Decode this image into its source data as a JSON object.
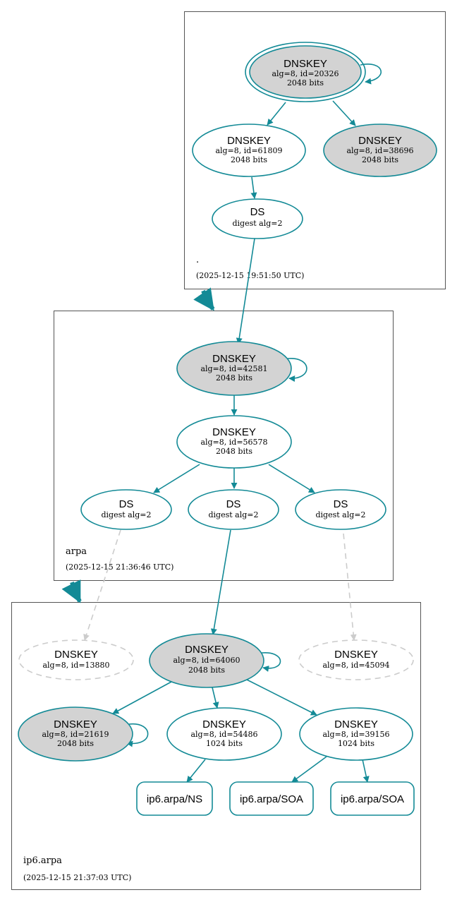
{
  "colors": {
    "edge": "#138a96",
    "node_fill_ksk": "#d3d3d3",
    "node_fill": "#ffffff",
    "missing": "#cccccc",
    "zone_border": "#555555"
  },
  "zones": {
    "root": {
      "name": ".",
      "timestamp": "(2025-12-15 19:51:50 UTC)"
    },
    "arpa": {
      "name": "arpa",
      "timestamp": "(2025-12-15 21:36:46 UTC)"
    },
    "ip6": {
      "name": "ip6.arpa",
      "timestamp": "(2025-12-15 21:37:03 UTC)"
    }
  },
  "nodes": {
    "root_ksk": {
      "type": "DNSKEY",
      "line1": "alg=8, id=20326",
      "line2": "2048 bits"
    },
    "root_zsk1": {
      "type": "DNSKEY",
      "line1": "alg=8, id=61809",
      "line2": "2048 bits"
    },
    "root_zsk2": {
      "type": "DNSKEY",
      "line1": "alg=8, id=38696",
      "line2": "2048 bits"
    },
    "root_ds": {
      "type": "DS",
      "line1": "digest alg=2"
    },
    "arpa_ksk": {
      "type": "DNSKEY",
      "line1": "alg=8, id=42581",
      "line2": "2048 bits"
    },
    "arpa_zsk": {
      "type": "DNSKEY",
      "line1": "alg=8, id=56578",
      "line2": "2048 bits"
    },
    "arpa_ds1": {
      "type": "DS",
      "line1": "digest alg=2"
    },
    "arpa_ds2": {
      "type": "DS",
      "line1": "digest alg=2"
    },
    "arpa_ds3": {
      "type": "DS",
      "line1": "digest alg=2"
    },
    "ip6_missing1": {
      "type": "DNSKEY",
      "line1": "alg=8, id=13880"
    },
    "ip6_ksk": {
      "type": "DNSKEY",
      "line1": "alg=8, id=64060",
      "line2": "2048 bits"
    },
    "ip6_missing2": {
      "type": "DNSKEY",
      "line1": "alg=8, id=45094"
    },
    "ip6_key1": {
      "type": "DNSKEY",
      "line1": "alg=8, id=21619",
      "line2": "2048 bits"
    },
    "ip6_key2": {
      "type": "DNSKEY",
      "line1": "alg=8, id=54486",
      "line2": "1024 bits"
    },
    "ip6_key3": {
      "type": "DNSKEY",
      "line1": "alg=8, id=39156",
      "line2": "1024 bits"
    }
  },
  "rrsets": {
    "ns": {
      "label": "ip6.arpa/NS"
    },
    "soa1": {
      "label": "ip6.arpa/SOA"
    },
    "soa2": {
      "label": "ip6.arpa/SOA"
    }
  }
}
